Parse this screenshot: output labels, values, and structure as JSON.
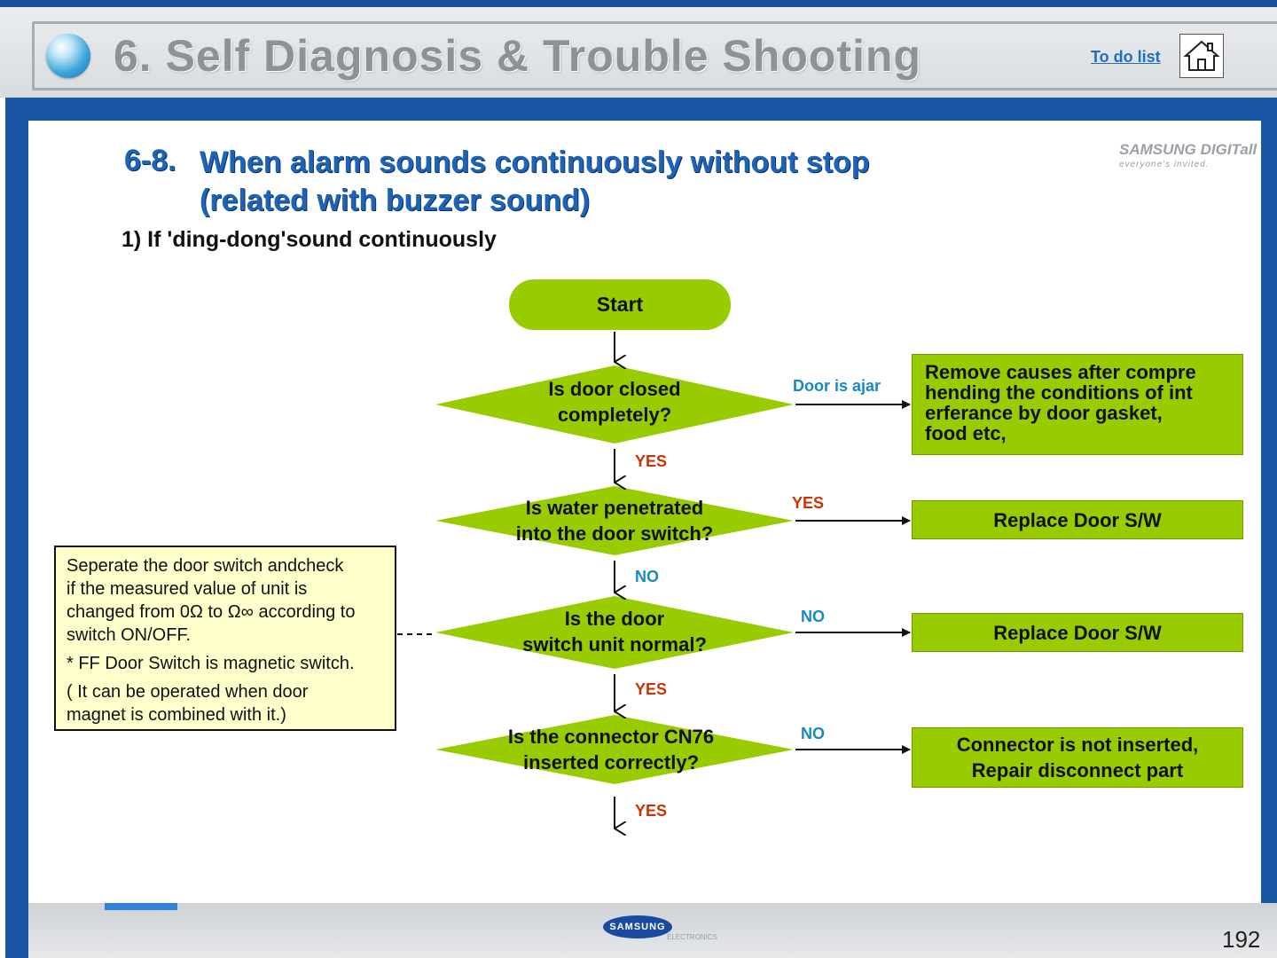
{
  "header": {
    "title": "6. Self Diagnosis & Trouble Shooting",
    "todo_link": "To do list",
    "home_icon": "home-icon",
    "orb_icon": "globe-orb-icon"
  },
  "logo": {
    "brand": "SAMSUNG DIGITall",
    "tagline": "everyone's invited."
  },
  "section": {
    "number": "6-8.",
    "title_line1": "When alarm sounds continuously without stop",
    "title_line2": "(related with buzzer sound)",
    "subheading": "1) If 'ding-dong'sound continuously"
  },
  "flowchart": {
    "start": "Start",
    "decisions": [
      {
        "line1": "Is door closed",
        "line2": "completely?"
      },
      {
        "line1": "Is water penetrated",
        "line2": "into the door switch?"
      },
      {
        "line1": "Is the door",
        "line2": "switch unit normal?"
      },
      {
        "line1": "Is the connector CN76",
        "line2": "inserted correctly?"
      }
    ],
    "down_labels": [
      "YES",
      "NO",
      "YES",
      "YES"
    ],
    "right_labels": [
      "Door is ajar",
      "YES",
      "NO",
      "NO"
    ],
    "results": [
      {
        "lines": [
          "Remove causes after compre",
          "hending the conditions of int",
          "erferance by door gasket,",
          "food etc,"
        ]
      },
      {
        "lines": [
          "Replace Door S/W"
        ]
      },
      {
        "lines": [
          "Replace Door S/W"
        ]
      },
      {
        "lines": [
          "Connector is not inserted,",
          "Repair disconnect part"
        ]
      }
    ],
    "note": {
      "lines": [
        "Seperate the door switch andcheck",
        "if the measured value of unit is",
        "changed from 0Ω to Ω∞ according to",
        "switch ON/OFF.",
        "* FF Door Switch is magnetic switch.",
        "( It can be operated when door",
        "magnet is combined with it.)"
      ]
    },
    "colors": {
      "node_fill": "#99cc00",
      "yes_label": "#cc3300",
      "no_label": "#1787c7",
      "note_fill": "#ffffcc"
    }
  },
  "footer": {
    "logo": "SAMSUNG",
    "logo_sub": "ELECTRONICS",
    "page_number": "192"
  }
}
